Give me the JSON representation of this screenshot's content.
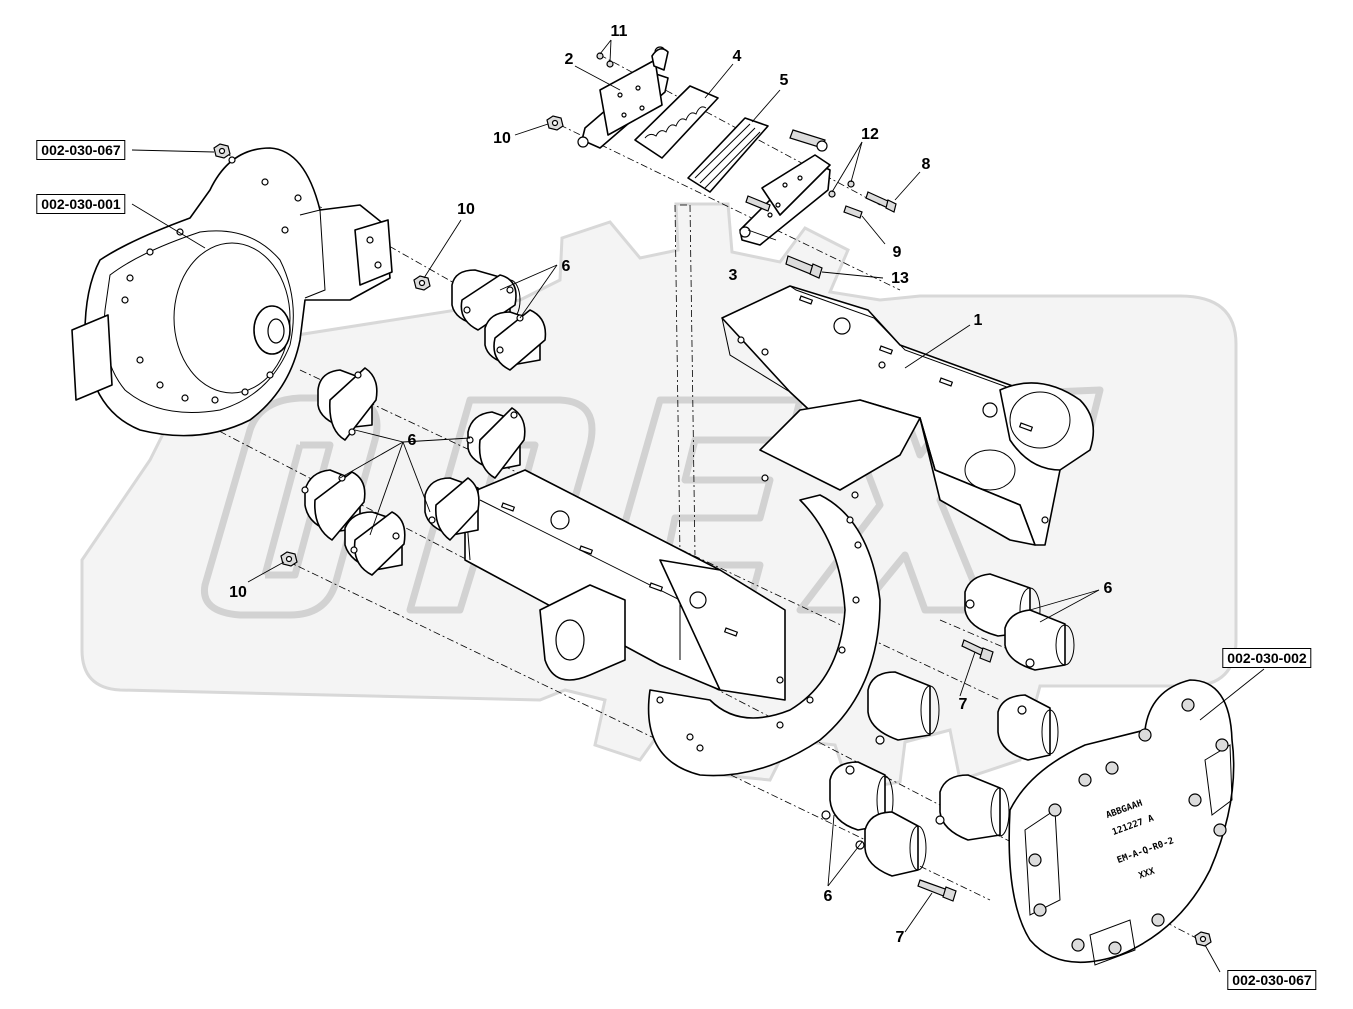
{
  "diagram": {
    "watermark_text": "OPEX",
    "references": [
      {
        "id": "ref-002-030-067-top",
        "label": "002-030-067"
      },
      {
        "id": "ref-002-030-001",
        "label": "002-030-001"
      },
      {
        "id": "ref-002-030-002",
        "label": "002-030-002"
      },
      {
        "id": "ref-002-030-067-bottom",
        "label": "002-030-067"
      }
    ],
    "callouts": [
      {
        "id": "callout-11",
        "label": "11"
      },
      {
        "id": "callout-2",
        "label": "2"
      },
      {
        "id": "callout-4",
        "label": "4"
      },
      {
        "id": "callout-5",
        "label": "5"
      },
      {
        "id": "callout-12",
        "label": "12"
      },
      {
        "id": "callout-8",
        "label": "8"
      },
      {
        "id": "callout-10-top",
        "label": "10"
      },
      {
        "id": "callout-10-mid",
        "label": "10"
      },
      {
        "id": "callout-9",
        "label": "9"
      },
      {
        "id": "callout-3",
        "label": "3"
      },
      {
        "id": "callout-13",
        "label": "13"
      },
      {
        "id": "callout-6-top",
        "label": "6"
      },
      {
        "id": "callout-1",
        "label": "1"
      },
      {
        "id": "callout-6-left",
        "label": "6"
      },
      {
        "id": "callout-10-bottom",
        "label": "10"
      },
      {
        "id": "callout-6-right",
        "label": "6"
      },
      {
        "id": "callout-7-mid",
        "label": "7"
      },
      {
        "id": "callout-6-bottom",
        "label": "6"
      },
      {
        "id": "callout-7-bottom",
        "label": "7"
      }
    ],
    "plate_markings": [
      "ABBGAAH",
      "121227 A",
      "EM-A-Q-R0-2",
      "XXX"
    ]
  }
}
